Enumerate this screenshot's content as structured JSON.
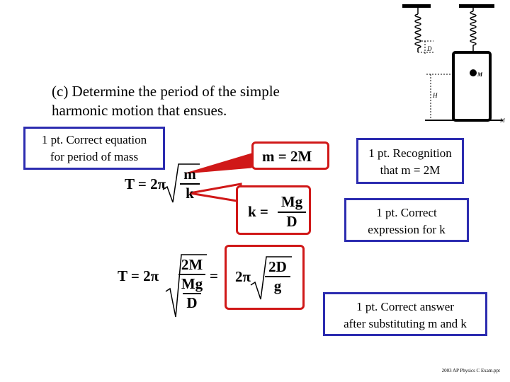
{
  "question": {
    "line1": "(c) Determine the period of the simple",
    "line2": "harmonic motion that ensues."
  },
  "rubric": {
    "period_box": {
      "line1": "1 pt. Correct equation",
      "line2": "for period of mass"
    },
    "mass_box": {
      "line1": "1 pt. Recognition",
      "line2": "that m = 2M"
    },
    "k_box": {
      "line1": "1 pt. Correct",
      "line2": "expression for k"
    },
    "answer_box": {
      "line1": "1 pt. Correct answer",
      "line2": "after substituting m and k"
    }
  },
  "equations": {
    "period": {
      "T": "T = 2π",
      "num": "m",
      "den": "k"
    },
    "mass": "m = 2M",
    "spring": {
      "lhs": "k =",
      "num": "Mg",
      "den": "D"
    },
    "substituted": {
      "lhs": "T = 2π",
      "num": "2M",
      "inner_num": "Mg",
      "inner_den": "D",
      "equals": "="
    },
    "answer": {
      "coef": "2π",
      "num": "2D",
      "den": "g"
    }
  },
  "diagram": {
    "label_D": "D",
    "label_H": "H",
    "label_m": "M",
    "label_M": "M"
  },
  "footer": "2003 AP Physics C Exam.ppt",
  "colors": {
    "box_border": "#2c2cb0",
    "highlight_border": "#d01818"
  }
}
